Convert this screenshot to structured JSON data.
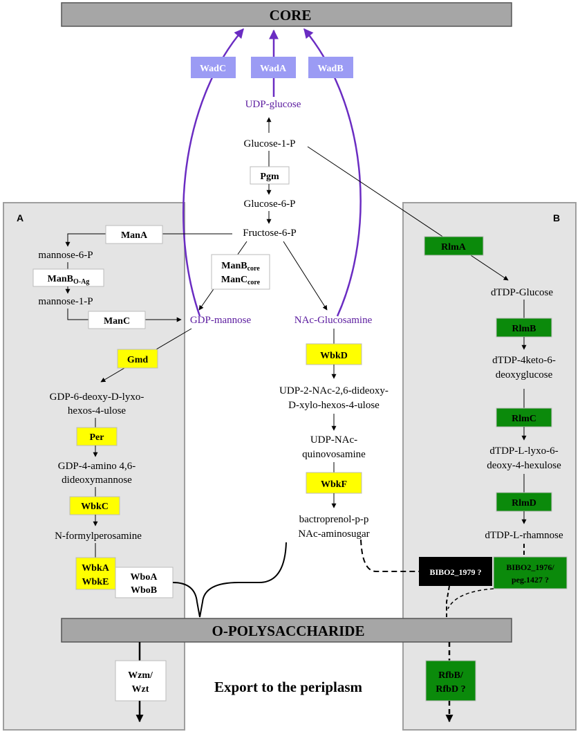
{
  "colors": {
    "panel_bg": "#e4e4e4",
    "panel_border": "#9e9e9e",
    "bar_fill": "#a6a6a6",
    "purple_arrow": "#6a2cc2",
    "purple_text": "#5a1a9e",
    "violet_enzyme": "#9b9bf4",
    "yellow_enzyme": "#ffff00",
    "green_enzyme": "#0b8a0b",
    "black_enzyme": "#000000",
    "white_enzyme": "#ffffff"
  },
  "header": {
    "core": "CORE",
    "o_polysaccharide": "O-POLYSACCHARIDE"
  },
  "panels": {
    "a_label": "A",
    "b_label": "B"
  },
  "export_label": "Export to the periplasm",
  "enzymes": {
    "wadc": "WadC",
    "wada": "WadA",
    "wadb": "WadB",
    "pgm": "Pgm",
    "mana": "ManA",
    "manb_core": {
      "base": "ManB",
      "sub": "core"
    },
    "manc_core": {
      "base": "ManC",
      "sub": "core"
    },
    "manb_oag": {
      "base": "ManB",
      "sub": "O-Ag"
    },
    "manc": "ManC",
    "gmd": "Gmd",
    "per": "Per",
    "wbkc": "WbkC",
    "wbka": "WbkA",
    "wbke": "WbkE",
    "wboa": "WboA",
    "wbob": "WboB",
    "wbkd": "WbkD",
    "wbkf": "WbkF",
    "rlma": "RlmA",
    "rlmb": "RlmB",
    "rlmc": "RlmC",
    "rlmd": "RlmD",
    "bibo2_1979": "BIBO2_1979 ?",
    "bibo2_1976_line1": "BIBO2_1976/",
    "bibo2_1976_line2": "peg.1427 ?",
    "wzm": "Wzm/",
    "wzt": "Wzt",
    "rfbb": "RfbB/",
    "rfbd": "RfbD ?"
  },
  "metabolites": {
    "udp_glucose": "UDP-glucose",
    "glucose_1p": "Glucose-1-P",
    "glucose_6p": "Glucose-6-P",
    "fructose_6p": "Fructose-6-P",
    "mannose_6p": "mannose-6-P",
    "mannose_1p": "mannose-1-P",
    "gdp_mannose": "GDP-mannose",
    "nac_glucosamine": "NAc-Glucosamine",
    "gdp_6_deoxy_1": "GDP-6-deoxy-D-lyxo-",
    "gdp_6_deoxy_2": "hexos-4-ulose",
    "gdp_4_amino_1": "GDP-4-amino 4,6-",
    "gdp_4_amino_2": "dideoxymannose",
    "n_formylperosamine": "N-formylperosamine",
    "udp_2_nac_1": "UDP-2-NAc-2,6-dideoxy-",
    "udp_2_nac_2": "D-xylo-hexos-4-ulose",
    "udp_nac_quino_1": "UDP-NAc-",
    "udp_nac_quino_2": "quinovosamine",
    "bactoprenol_1": "bactroprenol-p-p",
    "bactoprenol_2": "NAc-aminosugar",
    "dtdp_glucose": "dTDP-Glucose",
    "dtdp_4keto_1": "dTDP-4keto-6-",
    "dtdp_4keto_2": "deoxyglucose",
    "dtdp_lyxo_1": "dTDP-L-lyxo-6-",
    "dtdp_lyxo_2": "deoxy-4-hexulose",
    "dtdp_rhamnose": "dTDP-L-rhamnose"
  }
}
